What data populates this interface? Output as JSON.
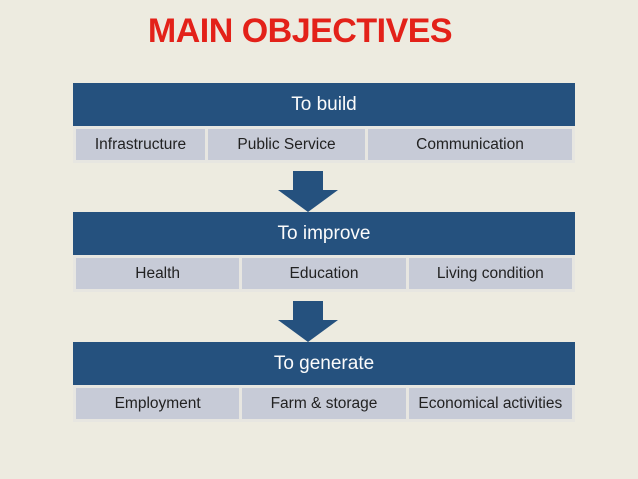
{
  "slide": {
    "title": "MAIN OBJECTIVES",
    "sections": [
      {
        "header": "To build",
        "cells": [
          "Infrastructure",
          "Public Service",
          "Communication"
        ]
      },
      {
        "header": "To improve",
        "cells": [
          "Health",
          "Education",
          "Living condition"
        ]
      },
      {
        "header": "To generate",
        "cells": [
          "Employment",
          "Farm & storage",
          "Economical activities"
        ]
      }
    ],
    "icons": [
      "down-arrow-icon",
      "down-arrow-icon"
    ],
    "colors": {
      "background": "#EDEBE0",
      "title_red": "#E32119",
      "header_blue": "#25517E",
      "header_text": "#FBFBFB",
      "cell_bg": "#C7CBD7",
      "cell_text": "#222222",
      "arrow_blue": "#25517E"
    }
  }
}
